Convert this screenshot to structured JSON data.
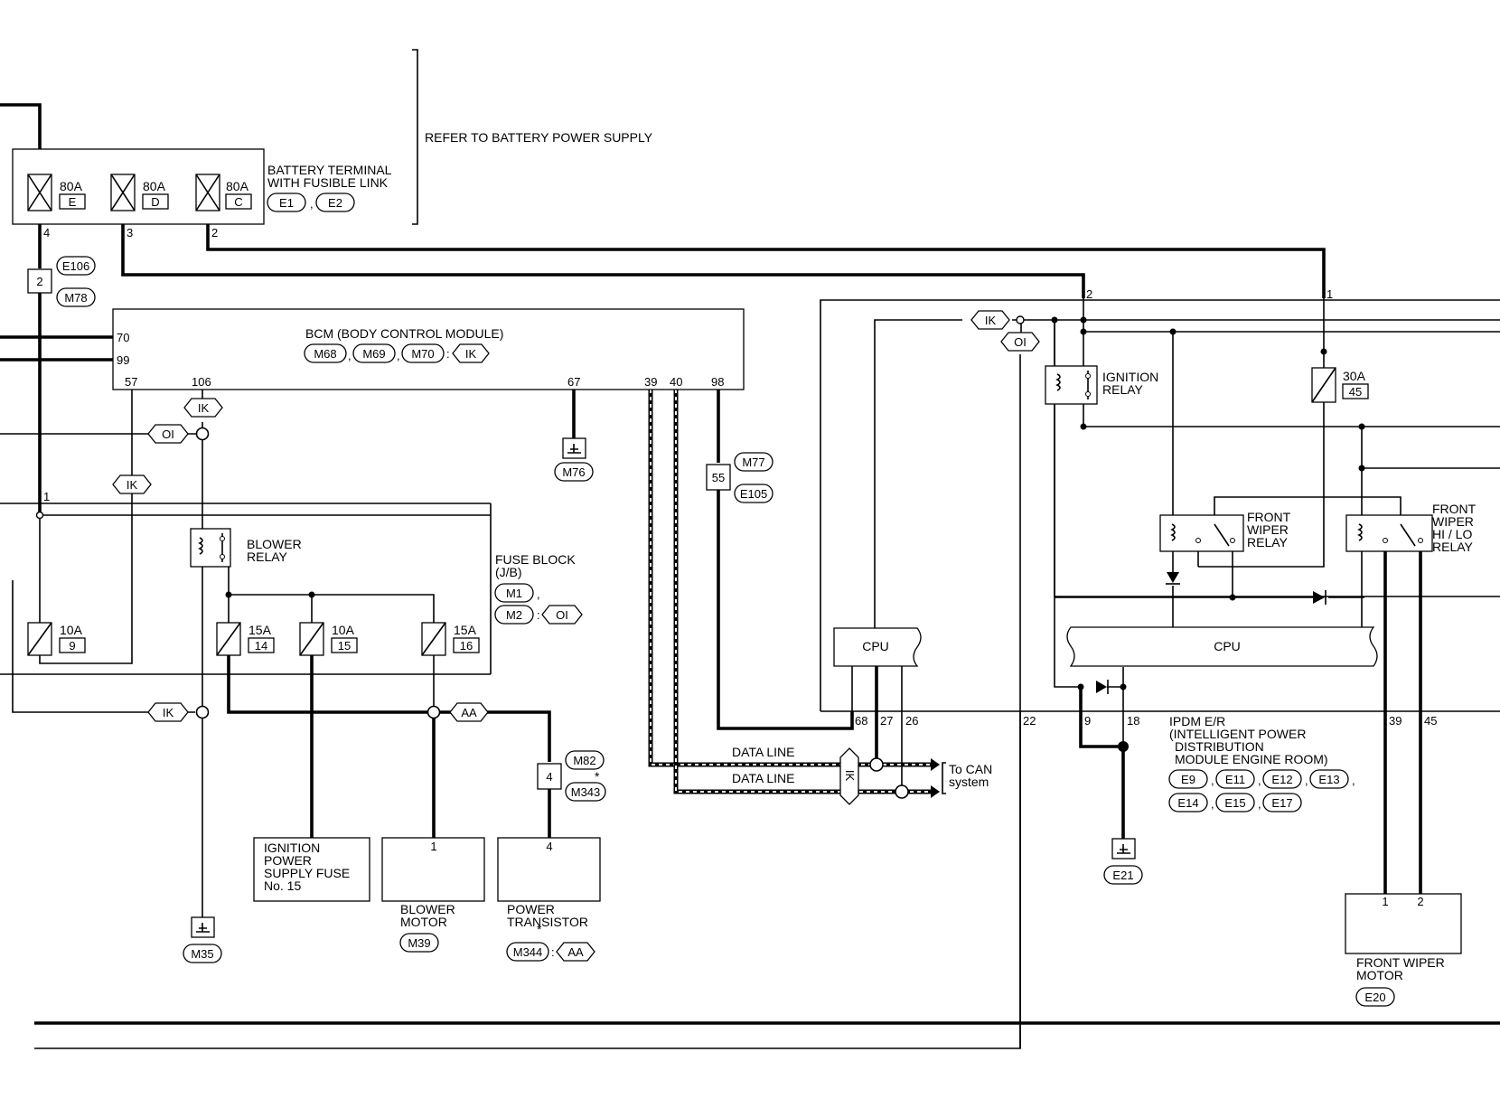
{
  "battery": {
    "title": [
      "BATTERY TERMINAL",
      "WITH FUSIBLE LINK"
    ],
    "connectors": [
      "E1",
      "E2"
    ],
    "fuses": [
      {
        "rating": "80A",
        "id": "E",
        "pin": "4"
      },
      {
        "rating": "80A",
        "id": "D",
        "pin": "3"
      },
      {
        "rating": "80A",
        "id": "C",
        "pin": "2"
      }
    ]
  },
  "refer_text": "REFER TO BATTERY POWER SUPPLY",
  "joint_e106": {
    "pin": "2",
    "connectors": [
      "E106",
      "M78"
    ]
  },
  "bcm": {
    "title": "BCM (BODY CONTROL MODULE)",
    "connectors": [
      "M68",
      "M69",
      "M70"
    ],
    "tag": "IK",
    "pins": {
      "p70": "70",
      "p99": "99",
      "p57": "57",
      "p106": "106",
      "p67": "67",
      "p39": "39",
      "p40": "40",
      "p98": "98"
    },
    "ground": "M76"
  },
  "joint_m77": {
    "pin": "55",
    "connectors": [
      "M77",
      "E105"
    ]
  },
  "fuse_block": {
    "title": [
      "FUSE BLOCK",
      "(J/B)"
    ],
    "connectors": [
      "M1",
      "M2"
    ],
    "tag": "OI",
    "pin1": "1",
    "fuses": [
      {
        "rating": "10A",
        "id": "9"
      },
      {
        "rating": "15A",
        "id": "14"
      },
      {
        "rating": "10A",
        "id": "15"
      },
      {
        "rating": "15A",
        "id": "16"
      }
    ]
  },
  "blower_relay": [
    "BLOWER",
    "RELAY"
  ],
  "tags": {
    "ik": "IK",
    "oi": "OI",
    "aa": "AA"
  },
  "ground_m35": "M35",
  "ign_fuse_box": [
    "IGNITION",
    "POWER",
    "SUPPLY FUSE",
    "No. 15"
  ],
  "blower_motor": {
    "label": [
      "BLOWER",
      "MOTOR"
    ],
    "connector": "M39",
    "pin": "1"
  },
  "joint_m82": {
    "pin": "4",
    "connectors": [
      "M82",
      "M343"
    ],
    "star": "*"
  },
  "power_transistor": {
    "label": [
      "POWER",
      "TRANSISTOR"
    ],
    "connector": "M344",
    "tag": "AA",
    "pin": "4",
    "star": "*"
  },
  "data_lines": [
    "DATA LINE",
    "DATA LINE"
  ],
  "to_can": [
    "To CAN",
    "system"
  ],
  "can_tag": "IK",
  "cpu_left": "CPU",
  "cpu_right": "CPU",
  "ipdm": {
    "title": [
      "IPDM E/R",
      "(INTELLIGENT POWER",
      "DISTRIBUTION",
      "MODULE ENGINE ROOM)"
    ],
    "connectors": [
      "E9",
      "E11",
      "E12",
      "E13",
      "E14",
      "E15",
      "E17"
    ],
    "pins": {
      "p68": "68",
      "p27": "27",
      "p26": "26",
      "p22": "22",
      "p9": "9",
      "p18": "18",
      "p39": "39",
      "p45": "45",
      "p2": "2",
      "p1": "1"
    },
    "ground": "E21"
  },
  "ignition_relay": [
    "IGNITION",
    "RELAY"
  ],
  "fuse_30a": {
    "rating": "30A",
    "id": "45"
  },
  "front_wiper_relay": [
    "FRONT",
    "WIPER",
    "RELAY"
  ],
  "front_wiper_hilo_relay": [
    "FRONT",
    "WIPER",
    "HI / LO",
    "RELAY"
  ],
  "front_wiper_motor": {
    "label": [
      "FRONT WIPER",
      "MOTOR"
    ],
    "connector": "E20",
    "pins": [
      "1",
      "2"
    ]
  },
  "ipdm_tags": {
    "ik": "IK",
    "oi": "OI"
  }
}
